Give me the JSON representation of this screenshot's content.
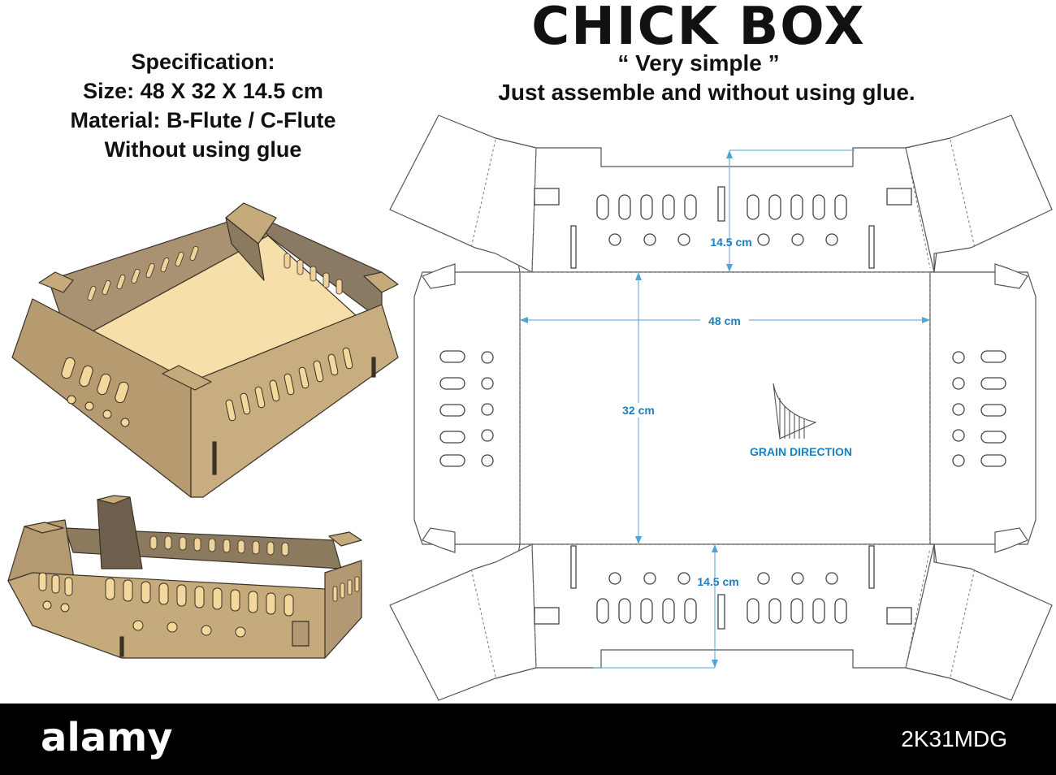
{
  "header": {
    "title": "CHICK BOX",
    "tagline": "“ Very simple ”",
    "instruction": "Just assemble and without using glue."
  },
  "specification": {
    "heading": "Specification:",
    "size": "Size: 48 X 32 X 14.5 cm",
    "material": "Material: B-Flute / C-Flute",
    "note": "Without using glue"
  },
  "dieline": {
    "dim_length": "48 cm",
    "dim_width": "32 cm",
    "dim_height_top": "14.5 cm",
    "dim_height_bottom": "14.5 cm",
    "grain_label": "GRAIN DIRECTION",
    "dimension_color": "#1a7fc1"
  },
  "colors": {
    "cardboard": "#c2a679",
    "cardboard_dark": "#a88e63",
    "inner_floor": "#f7dfa9",
    "shadow": "#7b6a55"
  },
  "footer": {
    "logo": "alamy",
    "image_id": "2K31MDG"
  }
}
